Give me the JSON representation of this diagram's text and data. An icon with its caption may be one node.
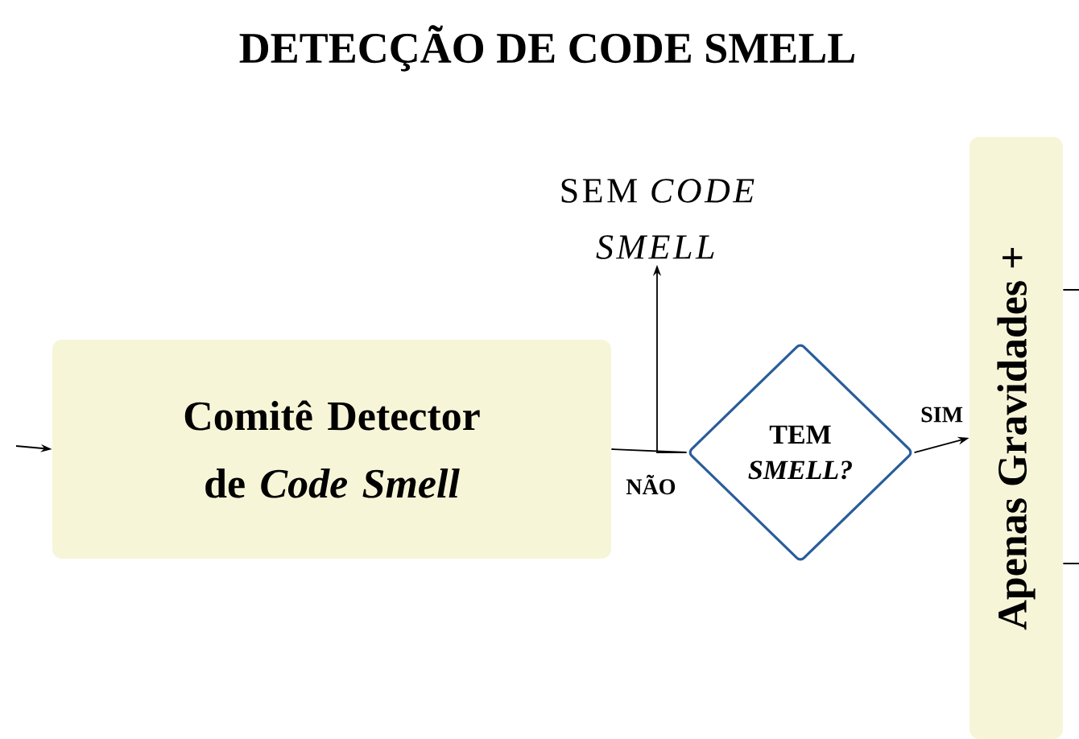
{
  "diagram": {
    "title": "DETECÇÃO DE CODE SMELL",
    "nodes": [
      {
        "text": [
          "Comitê Detector de *Code Smell*"
        ]
      },
      {
        "text": [
          "TEM *SMELL?*"
        ]
      },
      {
        "text": [
          "SEM *CODE SMELL*"
        ]
      },
      {
        "text": [
          "Apenas Gravidades +"
        ]
      }
    ],
    "edges": [
      {
        "from": null,
        "to": 0,
        "arrow": "to"
      },
      {
        "from": 0,
        "to": 1,
        "arrow": "none"
      },
      {
        "from": 1,
        "to": 2,
        "arrow": "to",
        "label": "NÃO"
      },
      {
        "from": 1,
        "to": 3,
        "arrow": "to",
        "label": "SIM"
      },
      {
        "from": 3,
        "to": null,
        "arrow": "none"
      },
      {
        "from": 3,
        "to": null,
        "arrow": "none"
      }
    ]
  }
}
